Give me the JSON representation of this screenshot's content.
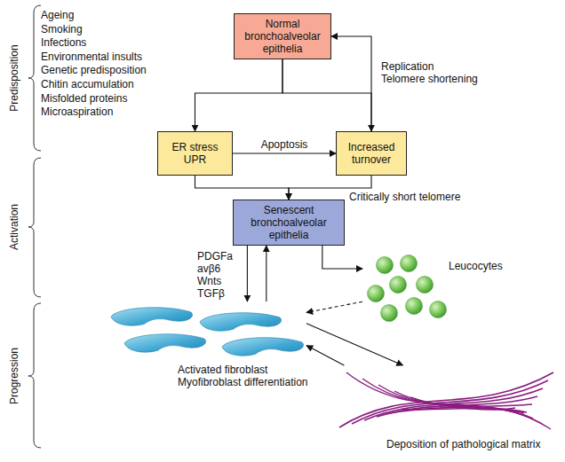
{
  "diagram": {
    "nodes": [
      {
        "text": [
          "Normal bronchoalveolar epithelia"
        ]
      },
      {
        "text": [
          "ER stress UPR"
        ]
      },
      {
        "text": [
          "Increased turnover"
        ]
      },
      {
        "text": [
          "Senescent bronchoalveolar epithelia"
        ]
      },
      {
        "text": [
          "Activated fibroblast Myofibroblast differentiation"
        ]
      },
      {
        "text": [
          "Leucocytes"
        ]
      },
      {
        "text": [
          "Deposition of pathological matrix"
        ]
      }
    ],
    "edges": [
      {
        "from": 0,
        "to": 1,
        "arrow": "to"
      },
      {
        "from": 0,
        "to": 2,
        "arrow": "to"
      },
      {
        "from": 1,
        "to": 2,
        "label": "Apoptosis",
        "arrow": "to"
      },
      {
        "from": 2,
        "to": 0,
        "label": "Replication Telomere shortening",
        "arrow": "to"
      },
      {
        "from": 1,
        "to": 3,
        "arrow": "to"
      },
      {
        "from": 2,
        "to": 3,
        "label": "Critically short telomere",
        "arrow": "to"
      },
      {
        "from": 3,
        "to": 4,
        "label": "PDGFa avβ6 Wnts TGFβ",
        "arrow": "to"
      },
      {
        "from": 4,
        "to": 3,
        "arrow": "to"
      },
      {
        "from": 3,
        "to": 5,
        "arrow": "to"
      },
      {
        "from": 5,
        "to": 4,
        "arrow": "to"
      },
      {
        "from": 4,
        "to": 6,
        "arrow": "to"
      },
      {
        "from": 6,
        "to": 4,
        "arrow": "to"
      }
    ],
    "labels": [
      "Ageing",
      "Smoking",
      "Infections",
      "Environmental insults",
      "Genetic predisposition",
      "Chitin accumulation",
      "Misfolded proteins",
      "Microaspiration",
      "Predisposition",
      "Activation",
      "Progression"
    ]
  }
}
